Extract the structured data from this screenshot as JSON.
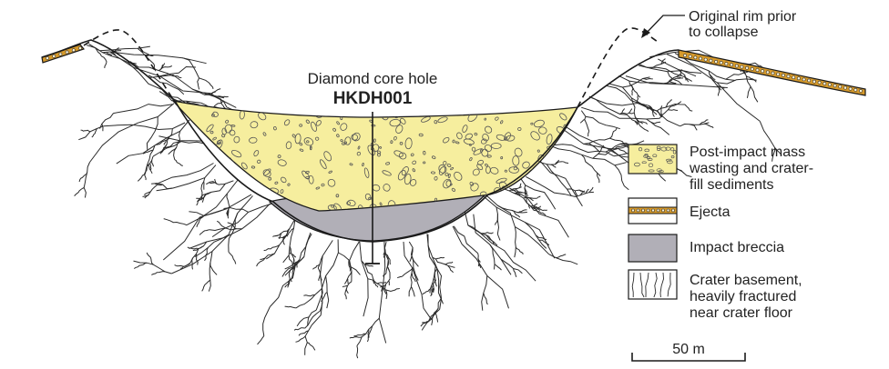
{
  "core_hole": {
    "caption": "Diamond core hole",
    "id": "HKDH001"
  },
  "annotation": {
    "line1": "Original rim prior",
    "line2": "to collapse"
  },
  "legend": {
    "fill": {
      "line1": "Post-impact mass",
      "line2": "wasting and crater-",
      "line3": "fill sediments"
    },
    "ejecta": {
      "line1": "Ejecta"
    },
    "breccia": {
      "line1": "Impact breccia"
    },
    "basement": {
      "line1": "Crater basement,",
      "line2": "heavily fractured",
      "line3": "near crater floor"
    }
  },
  "scale_bar": {
    "label": "50 m"
  },
  "colors": {
    "fill": "#f6ee9e",
    "breccia": "#b1afb7",
    "ejecta": "#d69a2b",
    "outline": "#1a1a1a"
  }
}
